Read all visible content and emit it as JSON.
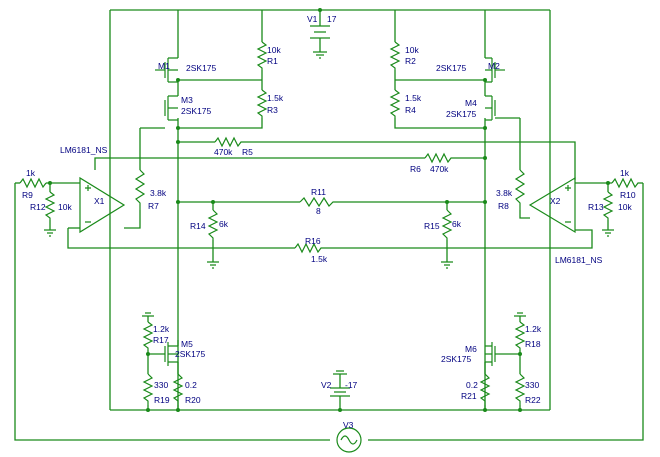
{
  "colors": {
    "wire": "#1a8a1a",
    "label": "#000080",
    "background": "#ffffff"
  },
  "sources": {
    "V1": {
      "ref": "V1",
      "value": "17"
    },
    "V2": {
      "ref": "V2",
      "value": "-17"
    },
    "V3": {
      "ref": "V3"
    }
  },
  "opamps": {
    "X1": {
      "ref": "X1",
      "model": "LM6181_NS"
    },
    "X2": {
      "ref": "X2",
      "model": "LM6181_NS"
    }
  },
  "mosfets": {
    "M1": {
      "ref": "M1",
      "model": "2SK175"
    },
    "M2": {
      "ref": "M2",
      "model": "2SK175"
    },
    "M3": {
      "ref": "M3",
      "model": "2SK175"
    },
    "M4": {
      "ref": "M4",
      "model": "2SK175"
    },
    "M5": {
      "ref": "M5",
      "model": "2SK175"
    },
    "M6": {
      "ref": "M6",
      "model": "2SK175"
    }
  },
  "resistors": {
    "R1": {
      "ref": "R1",
      "value": "10k"
    },
    "R2": {
      "ref": "R2",
      "value": "10k"
    },
    "R3": {
      "ref": "R3",
      "value": "1.5k"
    },
    "R4": {
      "ref": "R4",
      "value": "1.5k"
    },
    "R5": {
      "ref": "R5",
      "value": "470k"
    },
    "R6": {
      "ref": "R6",
      "value": "470k"
    },
    "R7": {
      "ref": "R7",
      "value": "3.8k"
    },
    "R8": {
      "ref": "R8",
      "value": "3.8k"
    },
    "R9": {
      "ref": "R9",
      "value": "1k"
    },
    "R10": {
      "ref": "R10",
      "value": "1k"
    },
    "R11": {
      "ref": "R11",
      "value": "8"
    },
    "R12": {
      "ref": "R12",
      "value": "10k"
    },
    "R13": {
      "ref": "R13",
      "value": "10k"
    },
    "R14": {
      "ref": "R14",
      "value": "6k"
    },
    "R15": {
      "ref": "R15",
      "value": "6k"
    },
    "R16": {
      "ref": "R16",
      "value": "1.5k"
    },
    "R17": {
      "ref": "R17",
      "value": "1.2k"
    },
    "R18": {
      "ref": "R18",
      "value": "1.2k"
    },
    "R19": {
      "ref": "R19",
      "value": "330"
    },
    "R20": {
      "ref": "R20",
      "value": "0.2"
    },
    "R21": {
      "ref": "R21",
      "value": "0.2"
    },
    "R22": {
      "ref": "R22",
      "value": "330"
    }
  }
}
